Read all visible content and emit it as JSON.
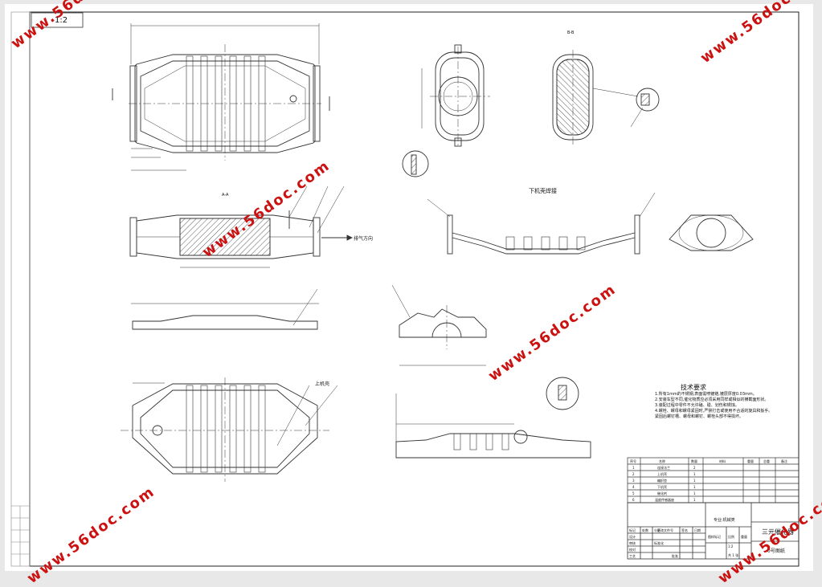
{
  "drawing": {
    "scale_box": "1:2",
    "section_aa": "A-A",
    "section_bb": "B-B",
    "lower_shell_title": "下机壳焊接",
    "exhaust_direction": "排气方向",
    "upper_shell_label": "上机壳"
  },
  "tech_requirements": {
    "title": "技术要求",
    "lines": [
      "1.所有1mm的不锈钢,表面需喷镀铬,镀层厚度0.03mm。",
      "2.安装车型不同,催化物质应必须采用同样或相似的横截面形状。",
      "3.装配过程中零件不允许磕、碰、划伤和锈蚀。",
      "4.螺栓、螺母和螺母紧固时,严禁打击或使用不合适的旋具和扳手。",
      "紧固后螺钉槽、螺母和螺钉、螺栓头部不得损坏。"
    ]
  },
  "parts_table": {
    "headers": [
      "序号",
      "名称",
      "数量",
      "材料",
      "重量",
      "总重",
      "备注"
    ],
    "rows": [
      [
        "1",
        "连接法兰",
        "2"
      ],
      [
        "2",
        "上机壳",
        "1"
      ],
      [
        "3",
        "编织垫",
        "1"
      ],
      [
        "4",
        "下机壳",
        "1"
      ],
      [
        "5",
        "催化剂",
        "1"
      ],
      [
        "6",
        "温度传感器座",
        "1"
      ]
    ]
  },
  "title_block": {
    "company": "专业:机械类",
    "drawing_name": "三元催化器",
    "sheet_size": "0号图纸",
    "scale_label": "比例",
    "scale_value": "1:2",
    "weight_label": "重量",
    "stage_label": "图样标记",
    "sheet_count": "共 1 张",
    "rows": [
      "标记",
      "设计",
      "审核",
      "校对",
      "工艺",
      "处数",
      "分区",
      "更改文件号",
      "签名",
      "日期",
      "标准化",
      "批准"
    ]
  },
  "watermark": "www.56doc.com"
}
